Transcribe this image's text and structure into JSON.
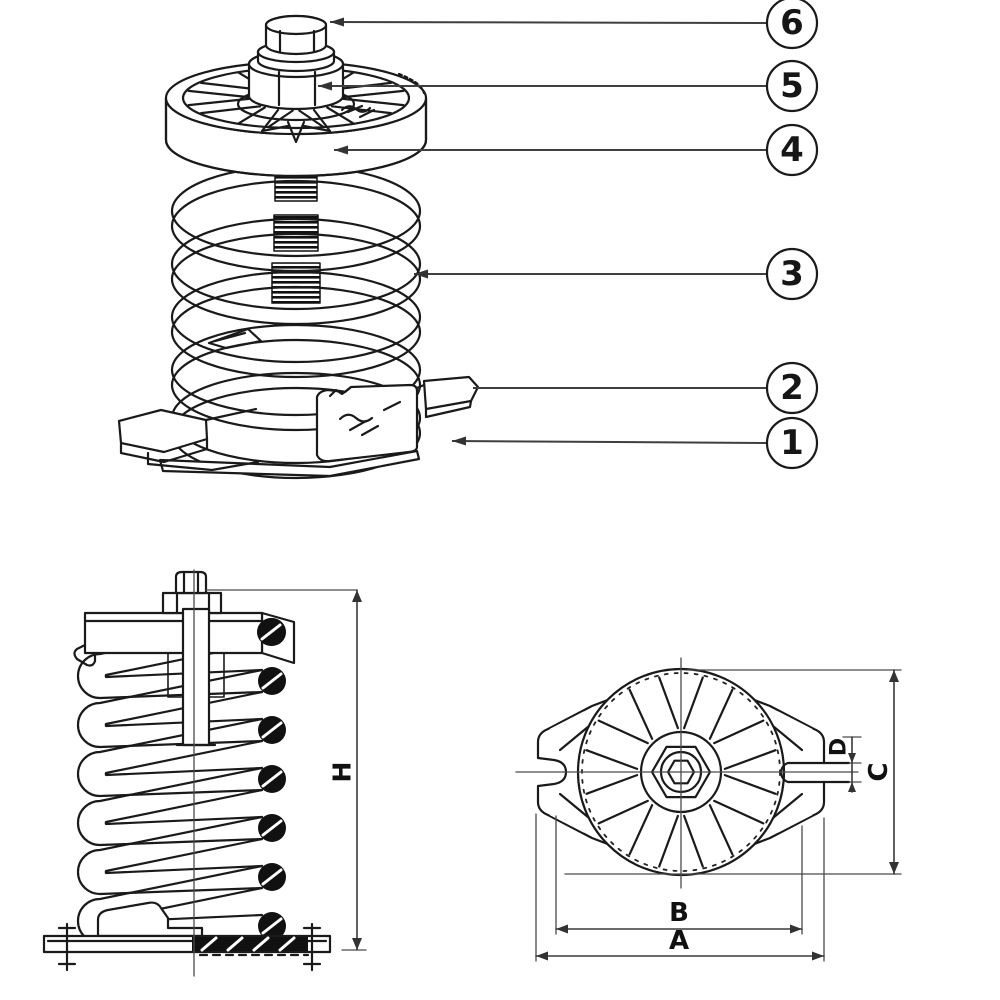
{
  "callouts": [
    {
      "number": "1"
    },
    {
      "number": "2"
    },
    {
      "number": "3"
    },
    {
      "number": "4"
    },
    {
      "number": "5"
    },
    {
      "number": "6"
    }
  ],
  "dimensions": {
    "height_label": "H",
    "width_outer_label": "A",
    "width_inner_label": "B",
    "diameter_label": "C",
    "slot_label": "D"
  },
  "colors": {
    "background": "#ffffff",
    "line": "#1a1a1a",
    "leader": "#3f3f3f"
  }
}
